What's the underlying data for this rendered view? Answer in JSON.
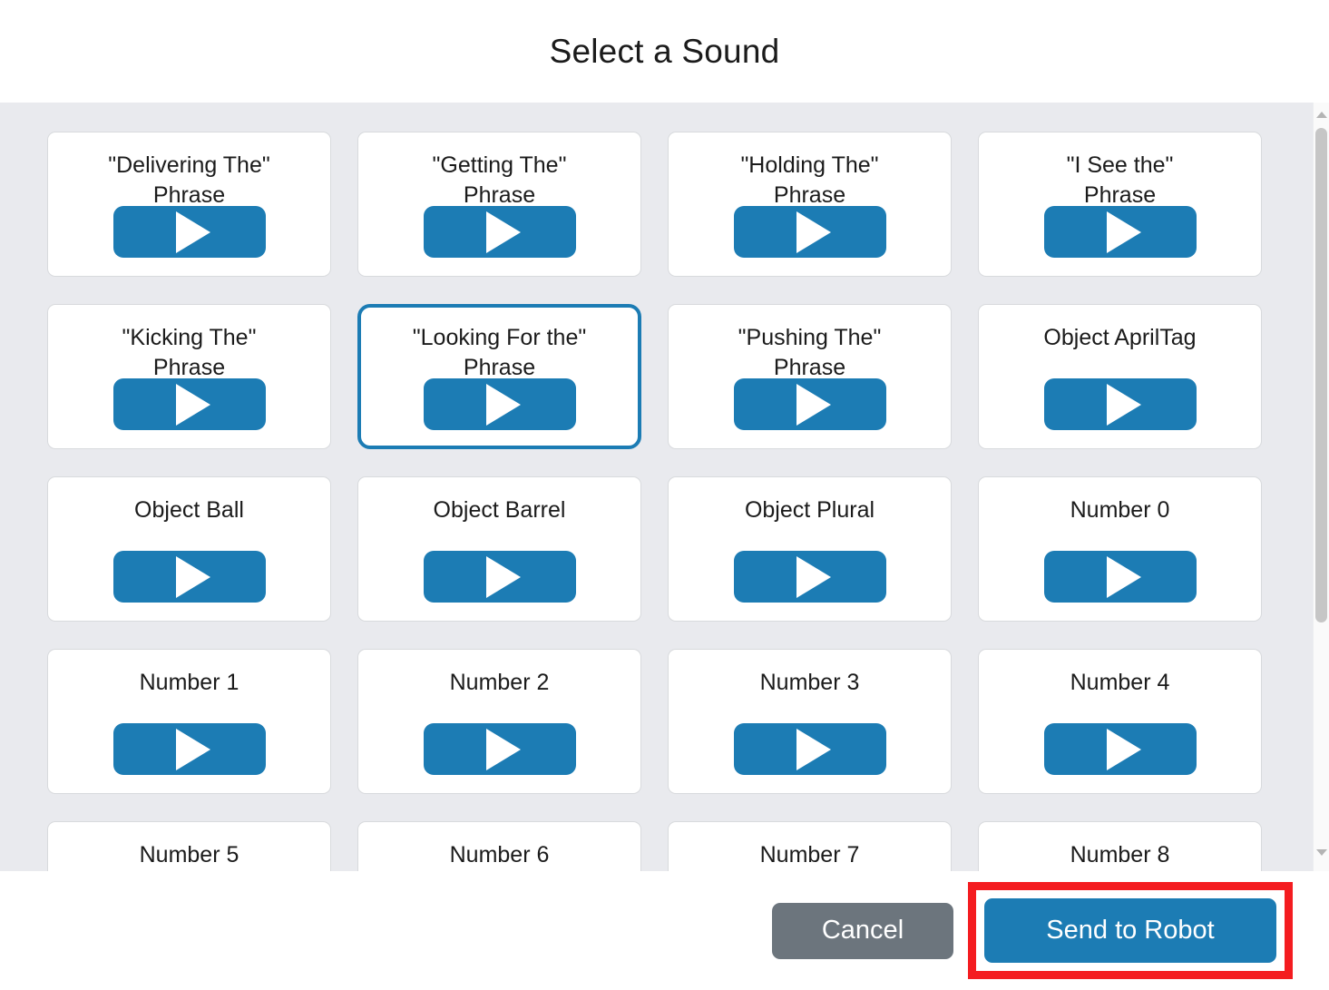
{
  "dialog": {
    "title": "Select a Sound"
  },
  "sounds": [
    {
      "label": "\"Delivering The\"\nPhrase",
      "multiline": true,
      "selected": false
    },
    {
      "label": "\"Getting The\"\nPhrase",
      "multiline": true,
      "selected": false
    },
    {
      "label": "\"Holding The\"\nPhrase",
      "multiline": true,
      "selected": false
    },
    {
      "label": "\"I See the\"\nPhrase",
      "multiline": true,
      "selected": false
    },
    {
      "label": "\"Kicking The\"\nPhrase",
      "multiline": true,
      "selected": false
    },
    {
      "label": "\"Looking For the\"\nPhrase",
      "multiline": true,
      "selected": true
    },
    {
      "label": "\"Pushing The\"\nPhrase",
      "multiline": true,
      "selected": false
    },
    {
      "label": "Object AprilTag",
      "multiline": false,
      "selected": false
    },
    {
      "label": "Object Ball",
      "multiline": false,
      "selected": false
    },
    {
      "label": "Object Barrel",
      "multiline": false,
      "selected": false
    },
    {
      "label": "Object Plural",
      "multiline": false,
      "selected": false
    },
    {
      "label": "Number 0",
      "multiline": false,
      "selected": false
    },
    {
      "label": "Number 1",
      "multiline": false,
      "selected": false
    },
    {
      "label": "Number 2",
      "multiline": false,
      "selected": false
    },
    {
      "label": "Number 3",
      "multiline": false,
      "selected": false
    },
    {
      "label": "Number 4",
      "multiline": false,
      "selected": false
    },
    {
      "label": "Number 5",
      "multiline": false,
      "selected": false
    },
    {
      "label": "Number 6",
      "multiline": false,
      "selected": false
    },
    {
      "label": "Number 7",
      "multiline": false,
      "selected": false
    },
    {
      "label": "Number 8",
      "multiline": false,
      "selected": false
    }
  ],
  "play_icon": "play-icon",
  "footer": {
    "cancel_label": "Cancel",
    "send_label": "Send to Robot"
  },
  "scrollbar": {
    "up_arrow": "scroll-up-arrow-icon",
    "down_arrow": "scroll-down-arrow-icon"
  },
  "colors": {
    "accent_blue": "#1c7cb4",
    "cancel_gray": "#6c757d",
    "body_background": "#e9eaee",
    "highlight_red": "#f41c20",
    "card_background": "#ffffff",
    "text": "#1b1b1b"
  }
}
